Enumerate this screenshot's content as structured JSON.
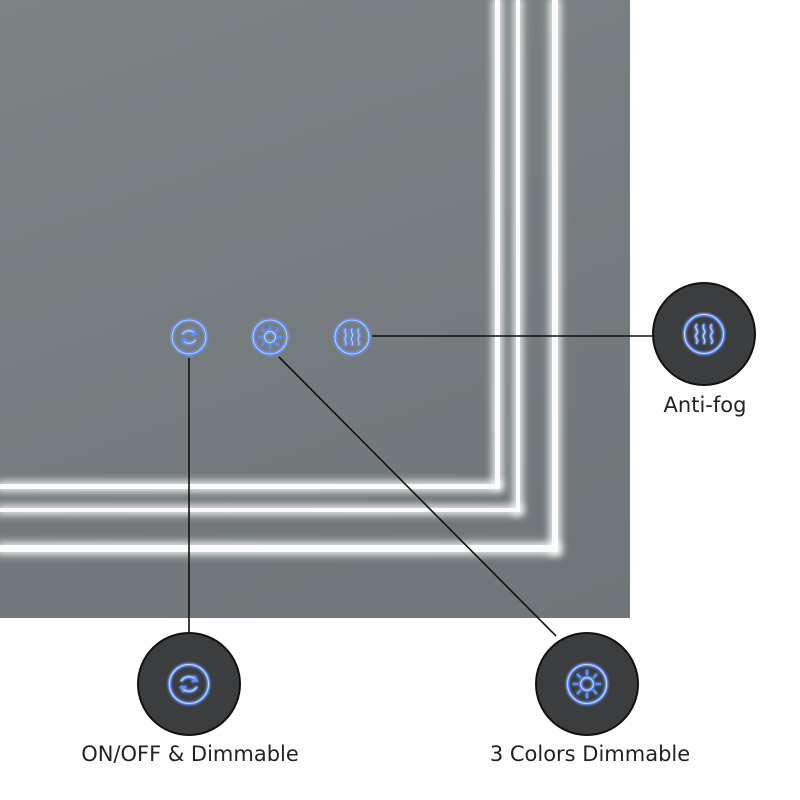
{
  "labels": {
    "antifog": "Anti-fog",
    "power": "ON/OFF & Dimmable",
    "color": "3 Colors Dimmable"
  },
  "icons": {
    "power": "power-dimmer-icon",
    "color": "sun-color-icon",
    "antifog": "heat-waves-icon"
  },
  "colors": {
    "mirror": "#777d80",
    "led": "#fbfbfb",
    "icon_glow": "#4d8cff",
    "callout_bg": "#3b3d3f",
    "connector": "#111111",
    "label_text": "#222222"
  }
}
